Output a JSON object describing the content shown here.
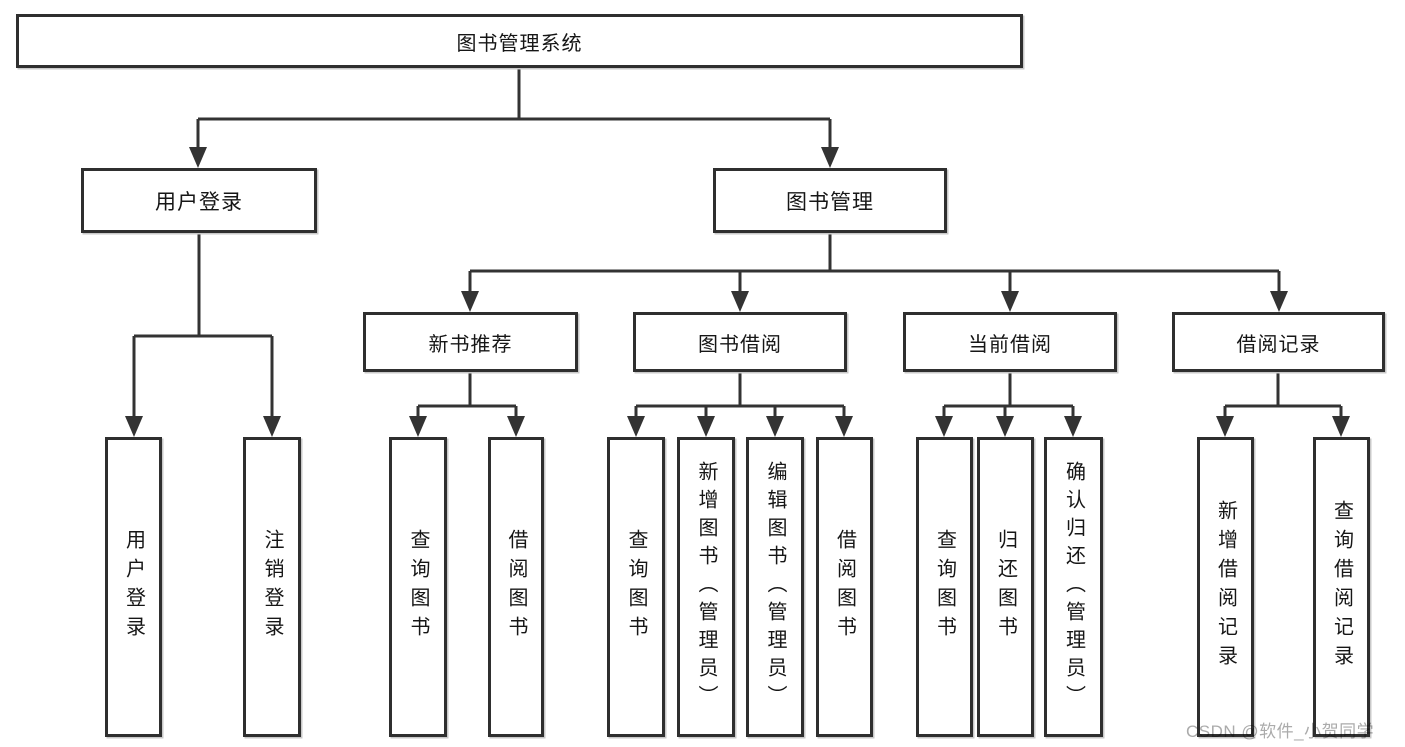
{
  "colors": {
    "line": "#333333",
    "border": "#2f2f2f",
    "text": "#161616",
    "watermark": "#ababab"
  },
  "watermark": "CSDN @软件_小贺同学",
  "tree": {
    "label": "图书管理系统",
    "children": [
      {
        "label": "用户登录",
        "children": [
          {
            "label": "用户登录"
          },
          {
            "label": "注销登录"
          }
        ]
      },
      {
        "label": "图书管理",
        "children": [
          {
            "label": "新书推荐",
            "children": [
              {
                "label": "查询图书"
              },
              {
                "label": "借阅图书"
              }
            ]
          },
          {
            "label": "图书借阅",
            "children": [
              {
                "label": "查询图书"
              },
              {
                "label": "新增图书（管理员）"
              },
              {
                "label": "编辑图书（管理员）"
              },
              {
                "label": "借阅图书"
              }
            ]
          },
          {
            "label": "当前借阅",
            "children": [
              {
                "label": "查询图书"
              },
              {
                "label": "归还图书"
              },
              {
                "label": "确认归还（管理员）"
              }
            ]
          },
          {
            "label": "借阅记录",
            "children": [
              {
                "label": "新增借阅记录"
              },
              {
                "label": "查询借阅记录"
              }
            ]
          }
        ]
      }
    ]
  }
}
